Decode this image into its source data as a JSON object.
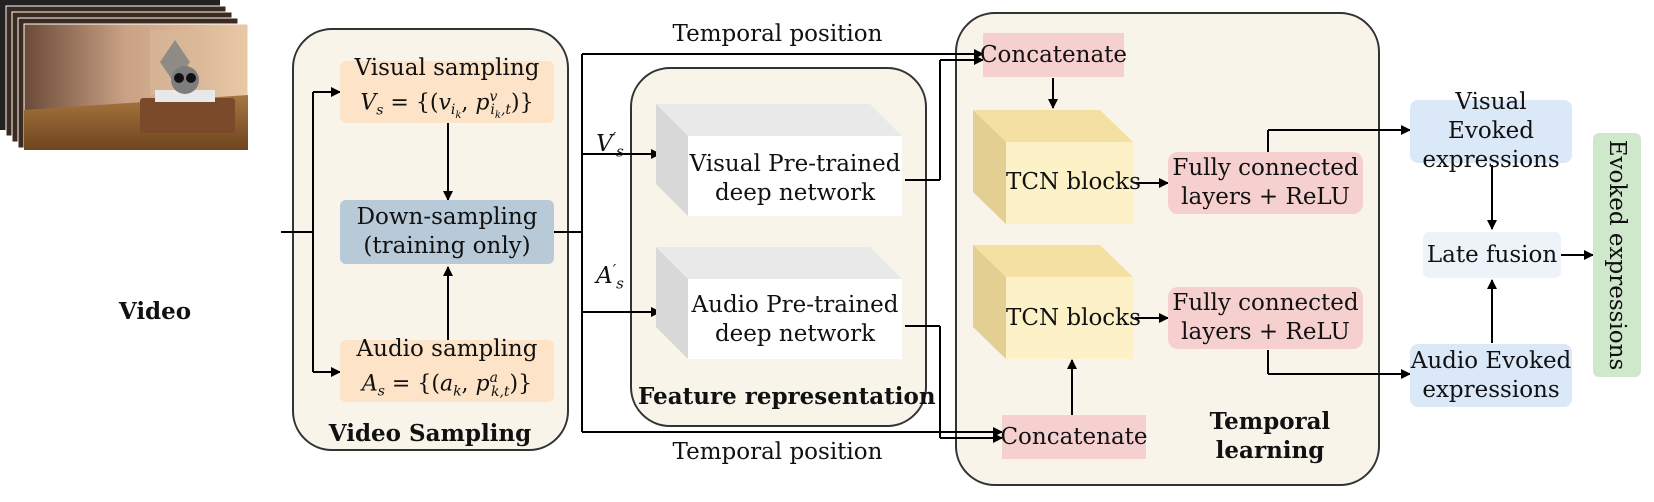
{
  "video": {
    "label": "Video"
  },
  "video_sampling": {
    "visual_title": "Visual sampling",
    "visual_formula": "V_s = {(v_{i_k}, p^v_{i_k,t})}",
    "downsample_line1": "Down-sampling",
    "downsample_line2": "(training only)",
    "audio_title": "Audio sampling",
    "audio_formula": "A_s = {(a_k, p^a_{k,t})}",
    "panel_label": "Video Sampling"
  },
  "edges": {
    "vs_prime": "V′s",
    "as_prime": "A′s",
    "temporal_position_top": "Temporal position",
    "temporal_position_bottom": "Temporal position"
  },
  "feature_representation": {
    "visual_line1": "Visual Pre-trained",
    "visual_line2": "deep network",
    "audio_line1": "Audio Pre-trained",
    "audio_line2": "deep network",
    "panel_label": "Feature representation"
  },
  "temporal_learning": {
    "concat_top": "Concatenate",
    "concat_bottom": "Concatenate",
    "tcn_top": "TCN blocks",
    "tcn_bottom": "TCN blocks",
    "fc_top_line1": "Fully connected",
    "fc_top_line2": "layers + ReLU",
    "fc_bottom_line1": "Fully connected",
    "fc_bottom_line2": "layers + ReLU",
    "panel_label_line1": "Temporal",
    "panel_label_line2": "learning"
  },
  "fusion": {
    "visual_evoked_line1": "Visual Evoked",
    "visual_evoked_line2": "expressions",
    "late_fusion": "Late fusion",
    "audio_evoked_line1": "Audio Evoked",
    "audio_evoked_line2": "expressions",
    "output": "Evoked expressions"
  },
  "colors": {
    "panel_bg": "#f8f4ea",
    "sampling_box": "#fde4c8",
    "downsampling_box": "#b8c9d8",
    "concat_fc_box": "#f6cfcf",
    "evoked_box": "#dbe8f8",
    "tcn_box": "#fdf1c8",
    "output_box": "#cfe8cc"
  }
}
